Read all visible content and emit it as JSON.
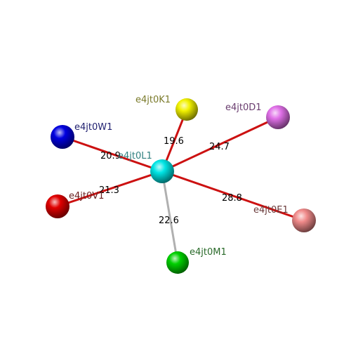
{
  "diagram": {
    "center": {
      "id": "center",
      "label": "e4jt0L1",
      "color": "#00e5e5",
      "label_color": "#2f7f7f"
    },
    "nodes": [
      {
        "id": "k1",
        "label": "e4jt0K1",
        "color": "#f2f200",
        "label_color": "#7a7a2a",
        "distance": "19.6",
        "bond_color": "#cc1111"
      },
      {
        "id": "d1",
        "label": "e4jt0D1",
        "color": "#e070e8",
        "label_color": "#6a3d6f",
        "distance": "24.7",
        "bond_color": "#cc1111"
      },
      {
        "id": "w1",
        "label": "e4jt0W1",
        "color": "#0000e0",
        "label_color": "#202070",
        "distance": "20.9",
        "bond_color": "#cc1111"
      },
      {
        "id": "v1",
        "label": "e4jt0V1",
        "color": "#e00000",
        "label_color": "#6a2020",
        "distance": "21.3",
        "bond_color": "#cc1111"
      },
      {
        "id": "e1",
        "label": "e4jt0E1",
        "color": "#f08a8a",
        "label_color": "#6a3a3a",
        "distance": "28.8",
        "bond_color": "#cc1111"
      },
      {
        "id": "m1",
        "label": "e4jt0M1",
        "color": "#00d000",
        "label_color": "#2a6a2a",
        "distance": "22.6",
        "bond_color": "#b0b0b0"
      }
    ]
  }
}
